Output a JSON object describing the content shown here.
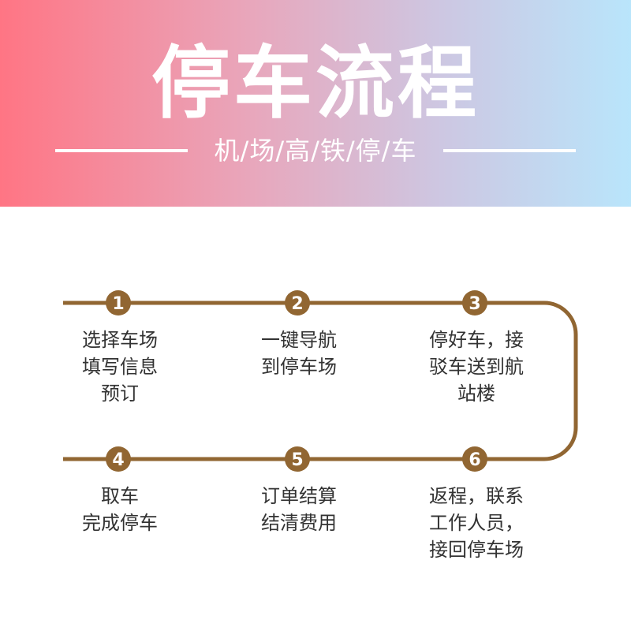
{
  "header": {
    "title": "停车流程",
    "subtitle": "机/场/高/铁/停/车"
  },
  "colors": {
    "accent": "#916632",
    "header_gradient": [
      "#ff7584",
      "#e8a7bc",
      "#cdc7e2",
      "#b9e5fb"
    ]
  },
  "steps": [
    {
      "number": "1",
      "lines": [
        "选择车场",
        "填写信息",
        "预订"
      ]
    },
    {
      "number": "2",
      "lines": [
        "一键导航",
        "到停车场"
      ]
    },
    {
      "number": "3",
      "lines": [
        "停好车，接",
        "驳车送到航",
        "站楼"
      ]
    },
    {
      "number": "4",
      "lines": [
        "取车",
        "完成停车"
      ]
    },
    {
      "number": "5",
      "lines": [
        "订单结算",
        "结清费用"
      ]
    },
    {
      "number": "6",
      "lines": [
        "返程，联系",
        "工作人员，",
        "接回停车场"
      ]
    }
  ]
}
